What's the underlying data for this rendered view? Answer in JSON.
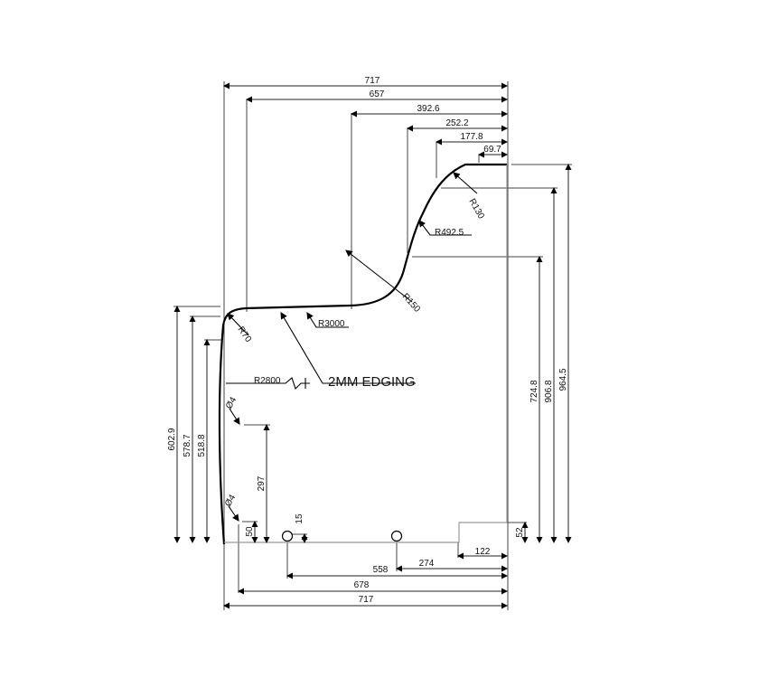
{
  "dimensions": {
    "top_717": "717",
    "top_657": "657",
    "top_392_6": "392.6",
    "top_252_2": "252.2",
    "top_177_8": "177.8",
    "top_69_7": "69.7",
    "right_964_5": "964.5",
    "right_906_8": "906.8",
    "right_724_8": "724.8",
    "right_52": "52",
    "left_602_9": "602.9",
    "left_578_7": "578.7",
    "left_518_8": "518.8",
    "left_297": "297",
    "left_50": "50",
    "left_15": "15",
    "bottom_122": "122",
    "bottom_274": "274",
    "bottom_558": "558",
    "bottom_678": "678",
    "bottom_717": "717"
  },
  "callouts": {
    "r130": "R130",
    "r492_5": "R492.5",
    "r150": "R150",
    "r3000": "R3000",
    "r70": "R70",
    "r2800": "R2800",
    "phi4_upper": "Ø4",
    "phi4_lower": "Ø4",
    "edging": "2MM EDGING"
  }
}
